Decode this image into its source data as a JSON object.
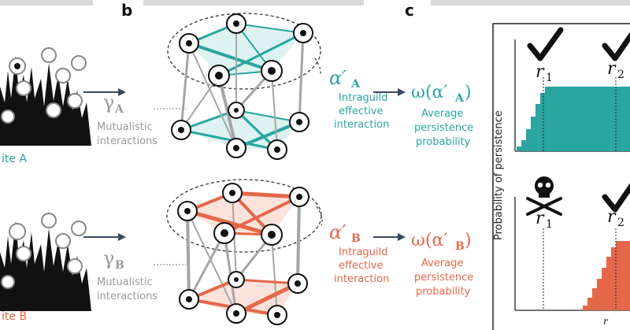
{
  "panels": {
    "b": {
      "label": "b"
    },
    "c": {
      "label": "c"
    }
  },
  "site_a": {
    "caption": "ite A"
  },
  "site_b": {
    "caption": "ite B"
  },
  "row_a": {
    "gamma_symbol": "γ",
    "gamma_sub": "A",
    "mutualistic_line1": "Mutualistic",
    "mutualistic_line2": "interactions",
    "alpha_symbol": "α′",
    "alpha_sub": "A",
    "intraguild_line1": "Intraguild",
    "intraguild_line2": "effective",
    "intraguild_line3": "interaction",
    "omega_pre": "ω(α′",
    "omega_sub": "A",
    "omega_post": ")",
    "average_line1": "Average",
    "average_line2": "persistence",
    "average_line3": "probability"
  },
  "row_b": {
    "gamma_symbol": "γ",
    "gamma_sub": "B",
    "mutualistic_line1": "Mutualistic",
    "mutualistic_line2": "interactions",
    "alpha_symbol": "α′",
    "alpha_sub": "B",
    "intraguild_line1": "Intraguild",
    "intraguild_line2": "effective",
    "intraguild_line3": "interaction",
    "omega_pre": "ω(α′",
    "omega_sub": "B",
    "omega_post": ")",
    "average_line1": "Average",
    "average_line2": "persistence",
    "average_line3": "probability"
  },
  "plot": {
    "ylabel": "Probability of persistence",
    "xlabel": "r",
    "r1": "r",
    "r1_sub": "1",
    "r2": "r",
    "r2_sub": "2"
  },
  "colors": {
    "teal": "#2aa5a0",
    "orange": "#e4674a",
    "grey": "#9a9a9a",
    "dark": "#222222"
  },
  "icons": [
    "bee-icon",
    "butterfly-icon",
    "flower-icon",
    "beetle-icon",
    "moth-icon",
    "skull-crossbones-icon",
    "checkmark-icon"
  ]
}
